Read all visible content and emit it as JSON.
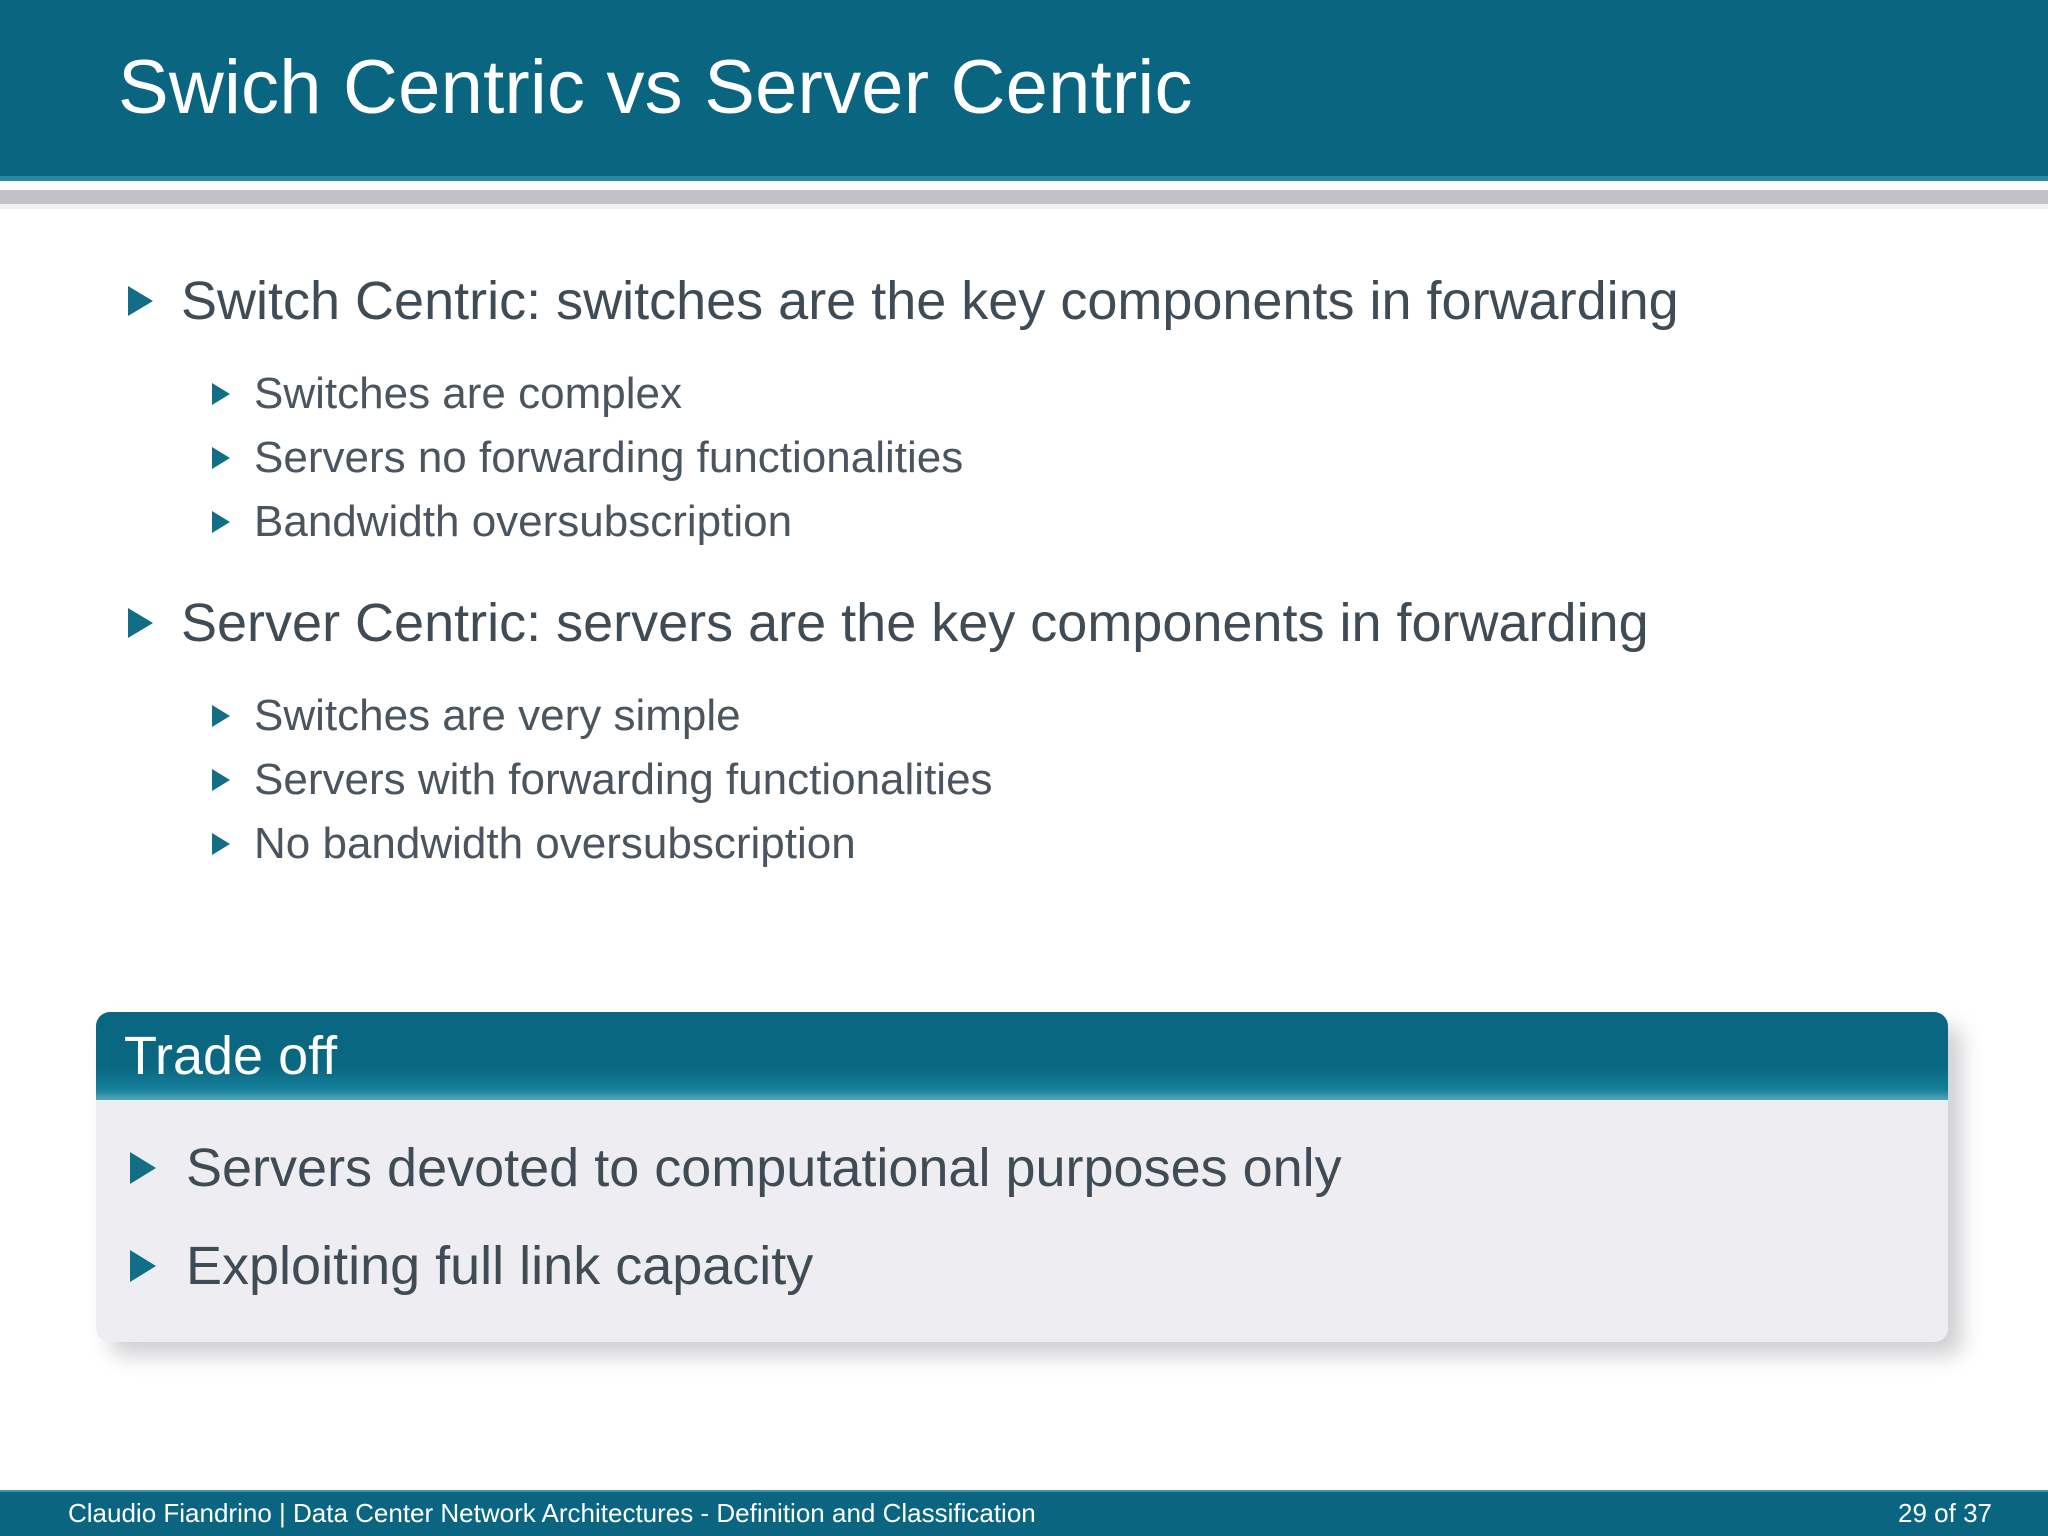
{
  "slide": {
    "title": "Swich Centric vs Server Centric",
    "colors": {
      "brand_teal": "#0a6680",
      "header_underline": "#2d87a0",
      "grey_band": "#c2c1ca",
      "body_text": "#3f4b55",
      "bullet_marker": "#126d86",
      "block_body_bg": "#eeeef2"
    }
  },
  "body": {
    "groups": [
      {
        "lead": "Switch Centric: switches are the key components in forwarding",
        "subs": [
          "Switches are complex",
          "Servers no forwarding functionalities",
          "Bandwidth oversubscription"
        ]
      },
      {
        "lead": "Server Centric: servers are the key components in forwarding",
        "subs": [
          "Switches are very simple",
          "Servers with forwarding functionalities",
          "No bandwidth oversubscription"
        ]
      }
    ]
  },
  "block": {
    "title": "Trade off",
    "items": [
      "Servers devoted to computational purposes only",
      "Exploiting full link capacity"
    ]
  },
  "footer": {
    "left": "Claudio Fiandrino | Data Center Network Architectures - Definition and Classification",
    "page": "29 of 37"
  }
}
